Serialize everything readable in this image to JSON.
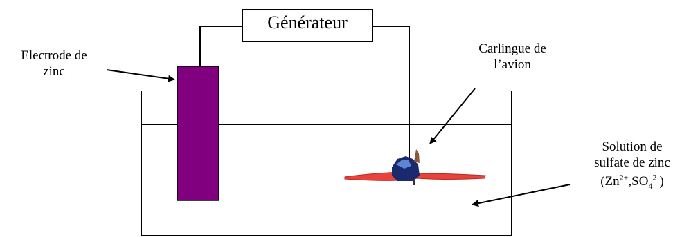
{
  "generator": {
    "label": "Générateur"
  },
  "electrode": {
    "line1": "Electrode de",
    "line2": "zinc"
  },
  "plane_label": {
    "line1": "Carlingue de",
    "line2": "l’avion"
  },
  "solution": {
    "line1": "Solution de",
    "line2": "sulfate de zinc",
    "ion1_base": "(Zn",
    "ion1_charge": "2+",
    "separator": ",",
    "ion2_base": "SO",
    "ion2_sub": "4",
    "ion2_charge": "2-",
    "close": ")"
  },
  "colors": {
    "electrode_fill": "#800080",
    "plane_wing": "#e8423a",
    "plane_body": "#1a2a6c",
    "line": "#000000"
  },
  "icons": {
    "plane": "airplane-icon",
    "arrows": "arrow-icon"
  }
}
